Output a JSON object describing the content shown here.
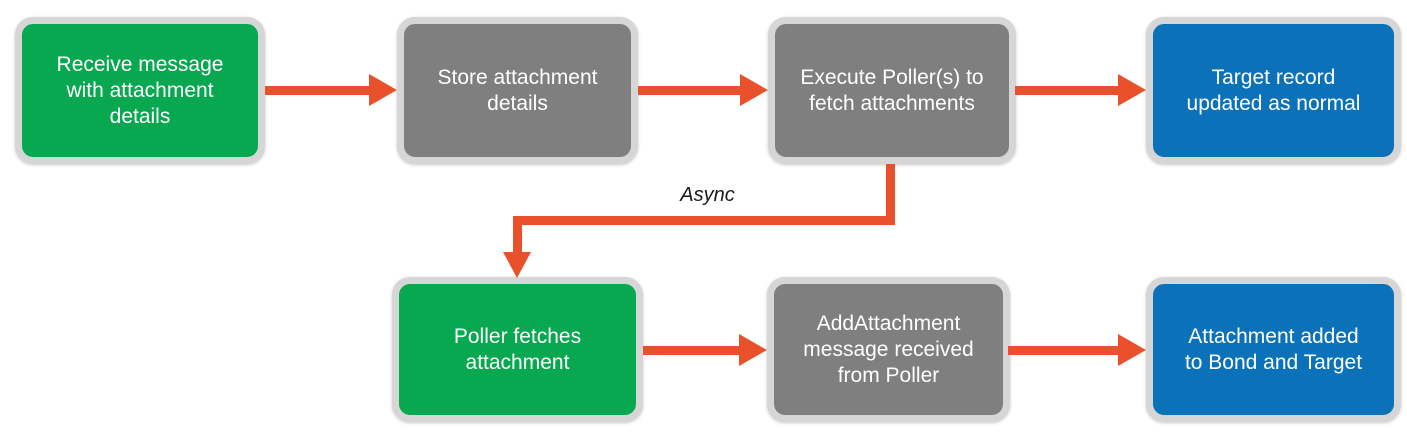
{
  "diagram": {
    "type": "flowchart",
    "colors": {
      "green": "#07a84f",
      "gray": "#7f7f7f",
      "blue": "#0b72b9",
      "orange": "#e8512c",
      "node-border": "#d6d6d6",
      "node-text": "#ffffff",
      "label-text": "#1a1a1a",
      "background": "#ffffff"
    },
    "nodes": [
      {
        "id": "receive-message",
        "label": "Receive message\nwith attachment\ndetails",
        "color": "green"
      },
      {
        "id": "store-attachment-details",
        "label": "Store attachment\ndetails",
        "color": "gray"
      },
      {
        "id": "execute-pollers",
        "label": "Execute Poller(s) to\nfetch attachments",
        "color": "gray"
      },
      {
        "id": "target-record-updated",
        "label": "Target record\nupdated as normal",
        "color": "blue"
      },
      {
        "id": "poller-fetches-attachment",
        "label": "Poller fetches\nattachment",
        "color": "green"
      },
      {
        "id": "addattachment-message",
        "label": "AddAttachment\nmessage received\nfrom Poller",
        "color": "gray"
      },
      {
        "id": "attachment-added",
        "label": "Attachment added\nto Bond and Target",
        "color": "blue"
      }
    ],
    "edges": [
      {
        "from": "receive-message",
        "to": "store-attachment-details",
        "label": ""
      },
      {
        "from": "store-attachment-details",
        "to": "execute-pollers",
        "label": ""
      },
      {
        "from": "execute-pollers",
        "to": "target-record-updated",
        "label": ""
      },
      {
        "from": "execute-pollers",
        "to": "poller-fetches-attachment",
        "label": "Async"
      },
      {
        "from": "poller-fetches-attachment",
        "to": "addattachment-message",
        "label": ""
      },
      {
        "from": "addattachment-message",
        "to": "attachment-added",
        "label": ""
      }
    ]
  }
}
